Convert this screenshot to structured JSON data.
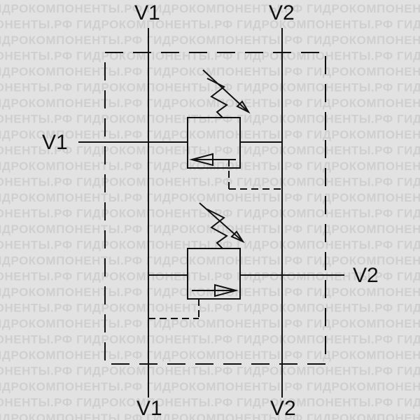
{
  "watermark": {
    "text": "ГИДРОКОМПОНЕНТЫ.РФ",
    "color": "#cfcfcf"
  },
  "labels": {
    "top_left": "V1",
    "top_right": "V2",
    "left": "V1",
    "right": "V2",
    "bottom_left": "V1",
    "bottom_right": "V2"
  },
  "colors": {
    "background": "#e2e2e2",
    "line": "#111111"
  }
}
